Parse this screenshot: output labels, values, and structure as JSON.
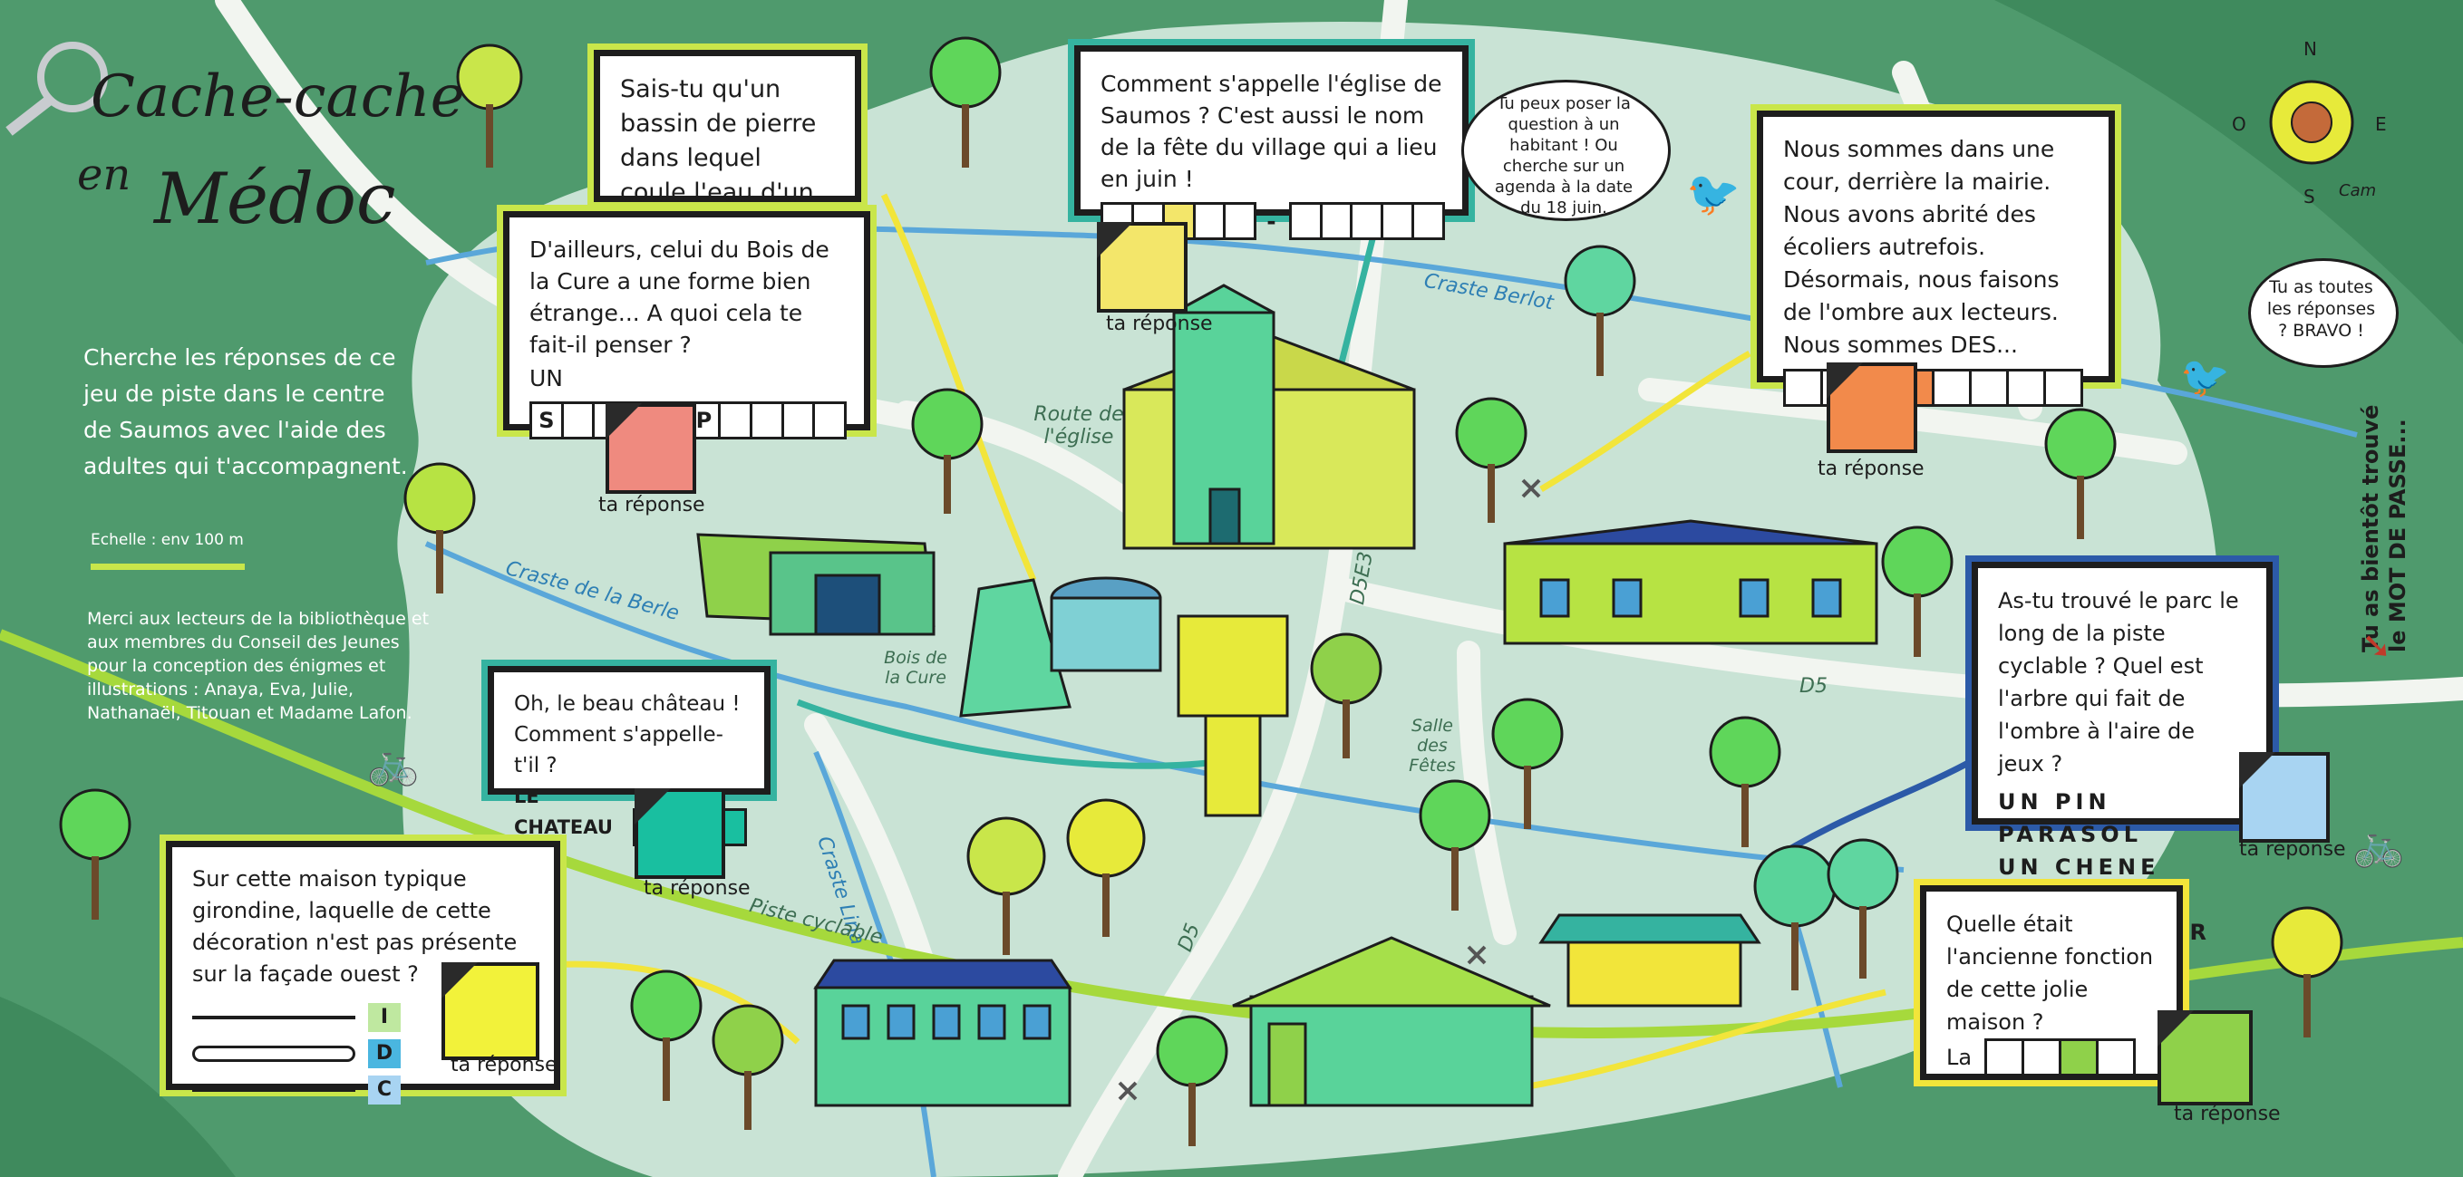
{
  "title": {
    "line1": "Cache-cache",
    "line2": "en",
    "line3": "Médoc"
  },
  "intro": "Cherche les réponses de ce jeu de piste dans le centre de Saumos avec l'aide des adultes qui t'accompagnent.",
  "scale": "Echelle : env 100 m",
  "credits": "Merci aux lecteurs de la bibliothèque et aux membres du Conseil des Jeunes pour la conception des énigmes et illustrations : Anaya, Eva, Julie, Nathanaël, Titouan et Madame Lafon.",
  "answer_label": "ta réponse",
  "compass": {
    "n": "N",
    "e": "E",
    "s": "S",
    "o": "O",
    "signature": "Cam"
  },
  "side_text": {
    "line1": "Tu as bientôt trouvé",
    "line2": "le MOT DE PASSE..."
  },
  "bubbles": {
    "habitant": "Tu peux poser la question à un habitant ! Ou cherche sur un agenda à la date du 18 juin.",
    "bravo": "Tu as toutes les réponses ? BRAVO !"
  },
  "riddles": {
    "timbre": "Sais-tu qu'un bassin de pierre dans lequel coule l'eau d'un puits s'appelle un timbre ?",
    "bois": {
      "text": "D'ailleurs, celui du Bois de la Cure a une forme bien étrange... A quoi cela te fait-il penser ?",
      "prefix": "UN",
      "letters": [
        "S",
        "",
        "",
        "",
        "",
        "P",
        "",
        "",
        "",
        ""
      ]
    },
    "eglise": {
      "text": "Comment s'appelle l'église de Saumos ? C'est aussi le nom de la fête du village qui a lieu en juin !",
      "sep": "-"
    },
    "cour": {
      "text": "Nous sommes dans une cour, derrière la mairie. Nous avons abrité des écoliers autrefois. Désormais, nous faisons de l'ombre aux lecteurs. Nous sommes DES..."
    },
    "chateau": {
      "text": "Oh, le beau château ! Comment s'appelle-t'il ?",
      "prefix": "LE CHATEAU D'"
    },
    "arbre": {
      "text": "As-tu trouvé le parc le long de la piste cyclable ? Quel est l'arbre qui fait de l'ombre à l'aire de jeux ?",
      "options": [
        "UN PIN PARASOL",
        "UN CHENE",
        "UN CHATAIGNIER"
      ]
    },
    "maison": {
      "text": "Sur cette maison typique girondine, laquelle de cette décoration n'est pas présente sur la façade ouest ?",
      "letters": [
        "I",
        "D",
        "C"
      ]
    },
    "fonction": {
      "text": "Quelle était l'ancienne fonction de cette jolie maison ?",
      "prefix": "La"
    }
  },
  "places": {
    "route_eglise": "Route de l'église",
    "bois_cure": "Bois de la Cure",
    "salle_fetes": "Salle des Fêtes",
    "craste_berlot": "Craste Berlot",
    "craste_berle": "Craste de la Berle",
    "craste_lina": "Craste Lina",
    "piste": "Piste cyclable",
    "d5e3": "D5E3",
    "d5a": "D5",
    "d5b": "D5"
  },
  "colors": {
    "map_bg": "#4f9a6d",
    "village": "#c9e3d5",
    "road": "#f2f5f0",
    "water": "#5aa7d9",
    "accent": "#c9e64a"
  }
}
